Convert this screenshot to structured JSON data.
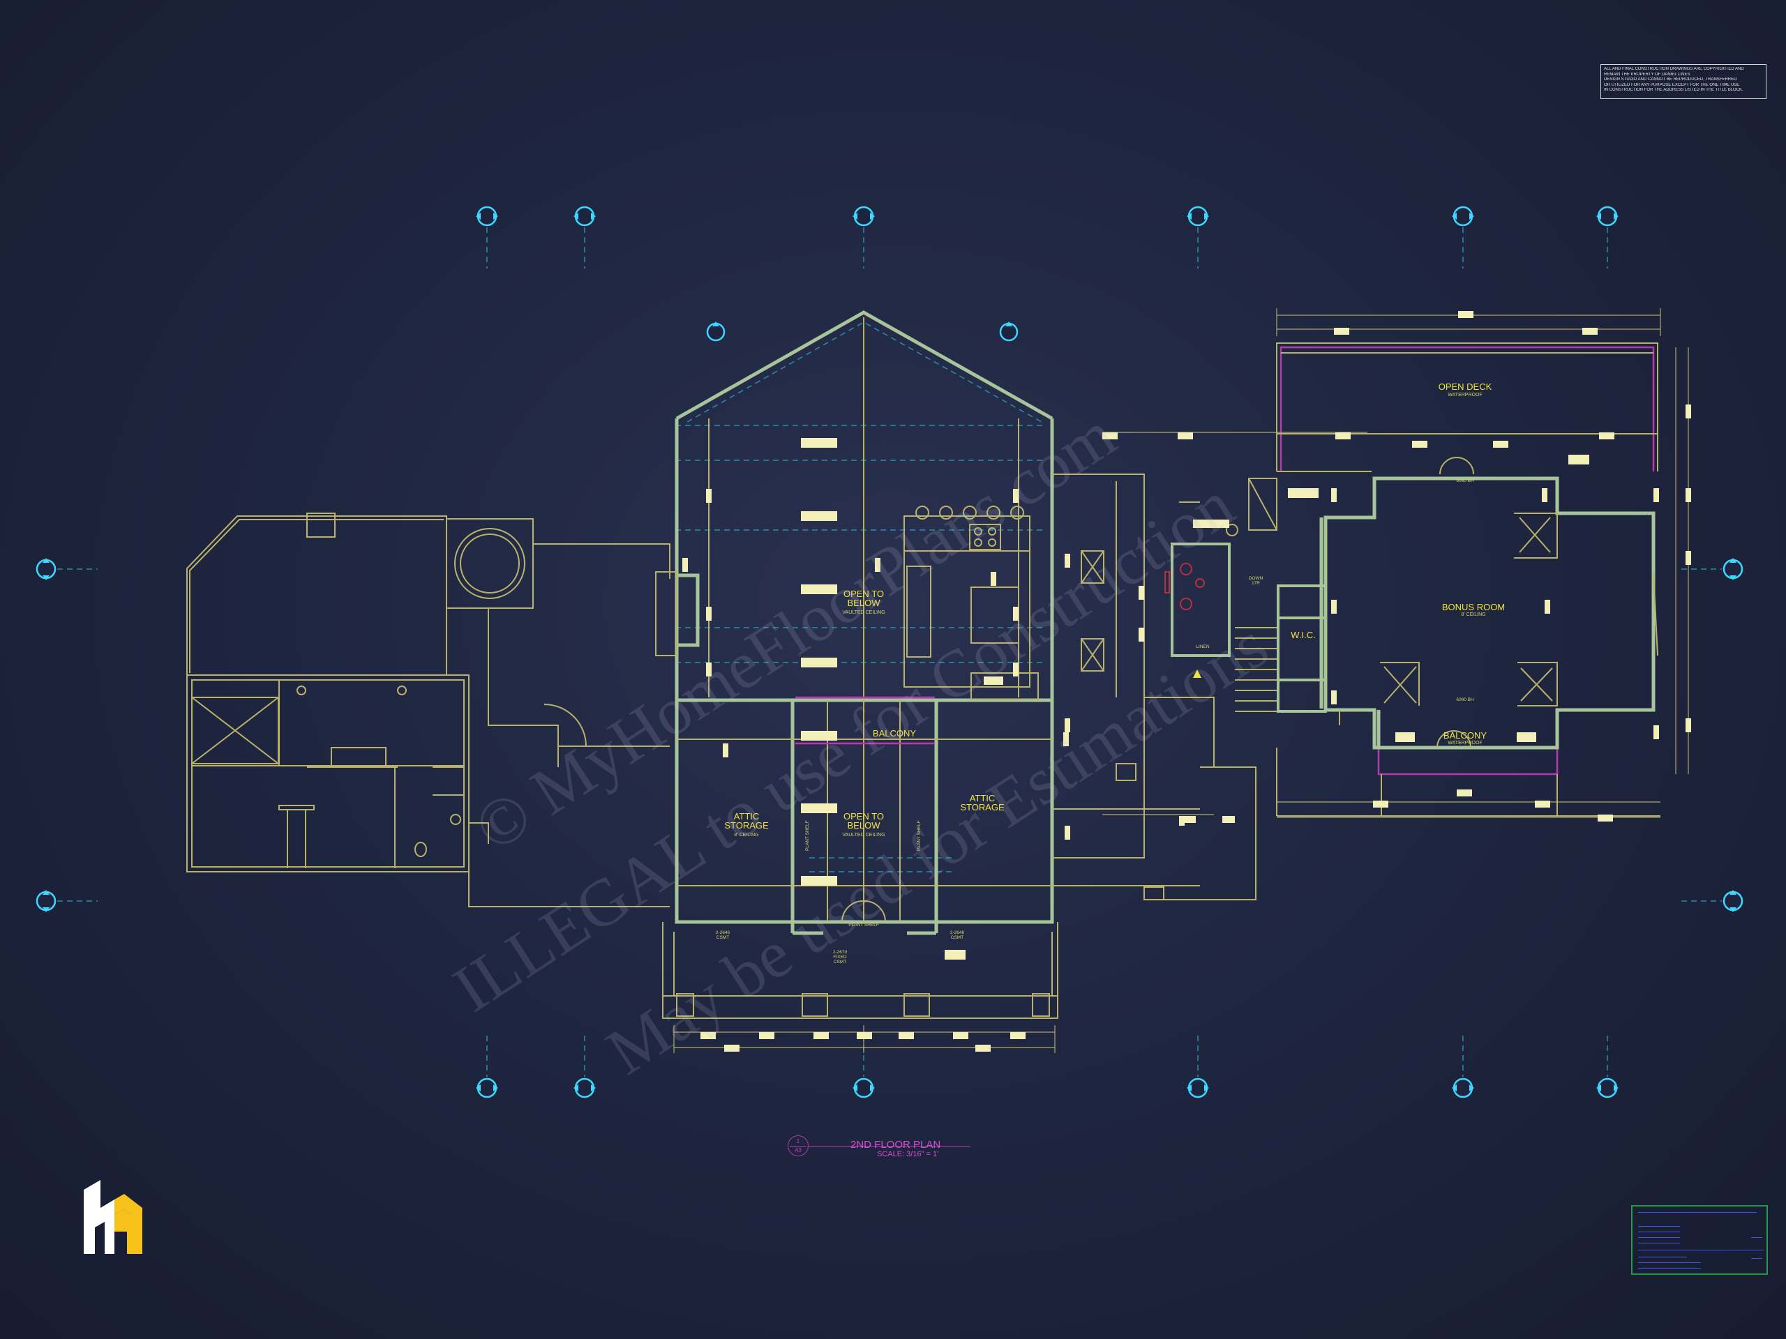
{
  "copyright_notice": [
    "ALL   AND FINAL CONSTRUCTION DRAWINGS ARE COPYRIGHTED AND",
    "REMAIN THE PROPERTY OF DANIEL LINES",
    "DESIGN STUDIO AND CANNOT BE REPRODUCED, TRANSFERRED",
    "OR UTILIZED FOR ANY PURPOSE EXCEPT FOR THE ONE TIME USE",
    "IN CONSTRUCTION FOR THE ADDRESS LISTED IN THE TITLE BLOCK."
  ],
  "watermark": {
    "line1": "© MyHomeFloorPlans.com",
    "line2": "ILLEGAL to use for Construction",
    "line3": "May be used for Estimations"
  },
  "rooms": {
    "open_deck": {
      "name": "OPEN DECK",
      "sub": "WATERPROOF"
    },
    "bonus_room": {
      "name": "BONUS ROOM",
      "sub": "8' CEILING"
    },
    "balcony_right": {
      "name": "BALCONY",
      "sub": "WATERPROOF"
    },
    "wic": {
      "name": "W.I.C."
    },
    "open_below_upper": {
      "name": "OPEN TO BELOW",
      "sub": "VAULTED CEILING"
    },
    "balcony_center": {
      "name": "BALCONY"
    },
    "attic_left": {
      "name": "ATTIC STORAGE",
      "sub": "8' CEILING"
    },
    "open_below_lower": {
      "name": "OPEN TO BELOW",
      "sub": "VAULTED CEILING"
    },
    "attic_right": {
      "name": "ATTIC STORAGE"
    }
  },
  "annotations": {
    "door_bh_top": "6080 BH",
    "door_bh_bottom": "6080 BH",
    "plant_shelf_left": "PLANT SHELF",
    "plant_shelf_right": "PLANT SHELF",
    "plant_shelf_bottom": "PLANT SHELF",
    "window_left": "2-2646 CSMT",
    "window_center": "2-2670 FIXED CSMT",
    "window_right": "2-2646 CSMT",
    "down": "DOWN 17R",
    "linen": "LINEN"
  },
  "drawing_title": {
    "number": "1",
    "sheet": "A3",
    "title": "2ND FLOOR PLAN",
    "scale": "SCALE:  3/16\" = 1'"
  },
  "colors": {
    "background": "#1c2238",
    "walls": "#a7c49b",
    "linework": "#b9b36a",
    "labels": "#f2e43a",
    "title": "#d64fd0",
    "grid_markers": "#3ed7ff",
    "logo_white": "#ffffff",
    "logo_yellow": "#f7c21b"
  },
  "icons": {
    "logo": "house-logo-icon",
    "grid_bubble": "grid-bubble-icon"
  }
}
